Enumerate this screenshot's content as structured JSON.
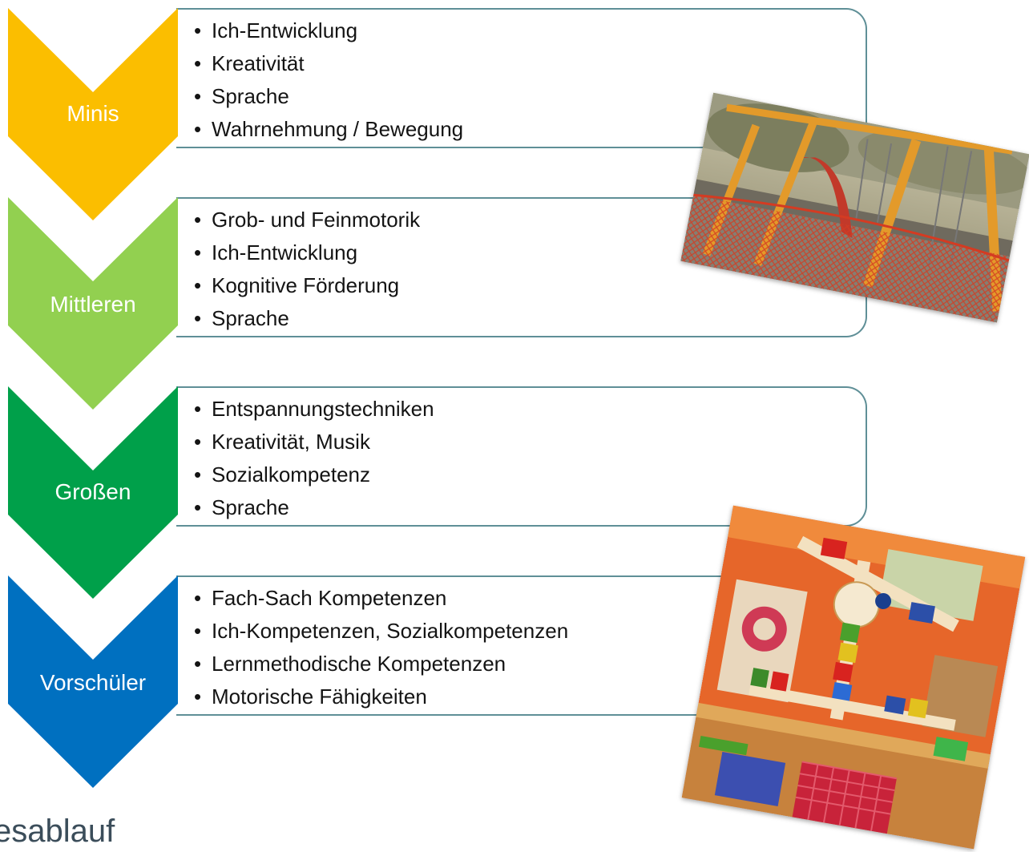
{
  "stages": [
    {
      "label": "Minis",
      "color": "#fbbe00",
      "items": [
        "Ich-Entwicklung",
        "Kreativität",
        "Sprache",
        "Wahrnehmung / Bewegung"
      ]
    },
    {
      "label": "Mittleren",
      "color": "#92d050",
      "items": [
        "Grob- und Feinmotorik",
        "Ich-Entwicklung",
        "Kognitive Förderung",
        "Sprache"
      ]
    },
    {
      "label": "Großen",
      "color": "#00a04a",
      "items": [
        "Entspannungstechniken",
        "Kreativität, Musik",
        "Sozialkompetenz",
        "Sprache"
      ]
    },
    {
      "label": "Vorschüler",
      "color": "#0070c0",
      "items": [
        "Fach-Sach Kompetenzen",
        "Ich-Kompetenzen, Sozialkompetenzen",
        "Lernmethodische Kompetenzen",
        "Motorische Fähigkeiten"
      ]
    }
  ],
  "photos": [
    {
      "subject": "playground-swing-slide-photo"
    },
    {
      "subject": "wooden-toy-balance-scale-photo"
    }
  ],
  "footer_text": "esablauf"
}
